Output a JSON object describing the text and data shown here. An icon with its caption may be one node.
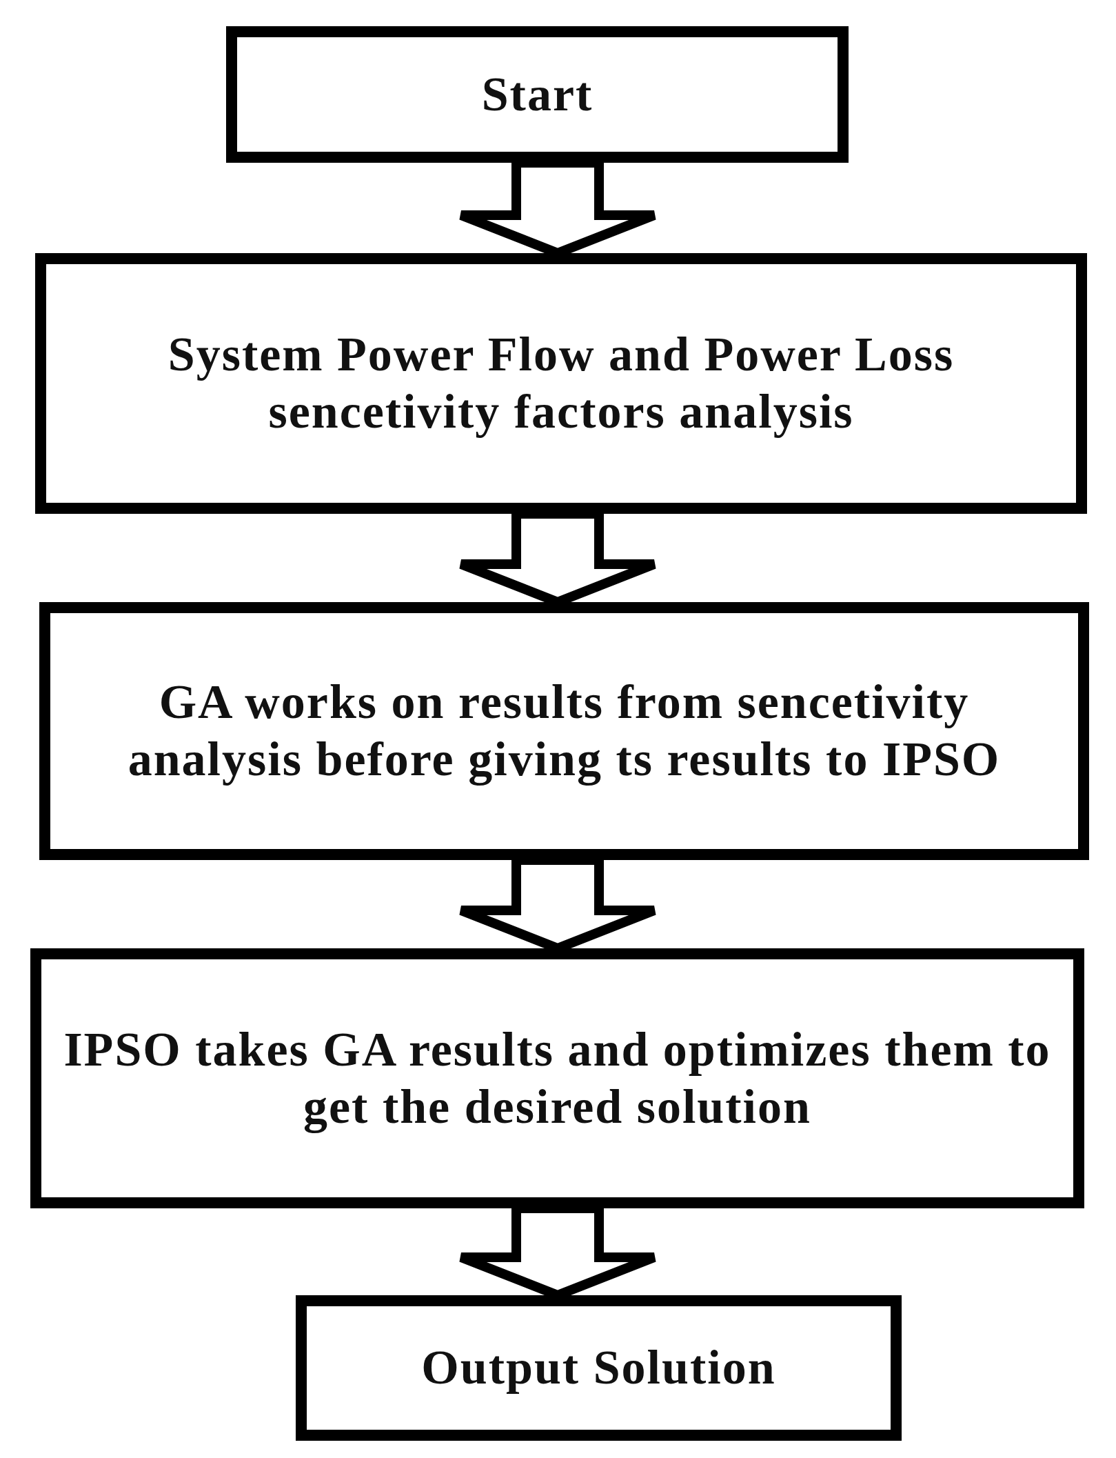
{
  "diagram": {
    "nodes": [
      {
        "text": [
          "Start"
        ]
      },
      {
        "text": [
          "System Power Flow and Power Loss sencetivity factors analysis"
        ]
      },
      {
        "text": [
          "GA works on results from sencetivity analysis before giving ts results to IPSO"
        ]
      },
      {
        "text": [
          "IPSO takes GA results and optimizes them to get the desired solution"
        ]
      },
      {
        "text": [
          "Output Solution"
        ]
      }
    ],
    "edges": [
      {
        "from": 0,
        "to": 1,
        "arrow": "to"
      },
      {
        "from": 1,
        "to": 2,
        "arrow": "to"
      },
      {
        "from": 2,
        "to": 3,
        "arrow": "to"
      },
      {
        "from": 3,
        "to": 4,
        "arrow": "to"
      }
    ]
  }
}
